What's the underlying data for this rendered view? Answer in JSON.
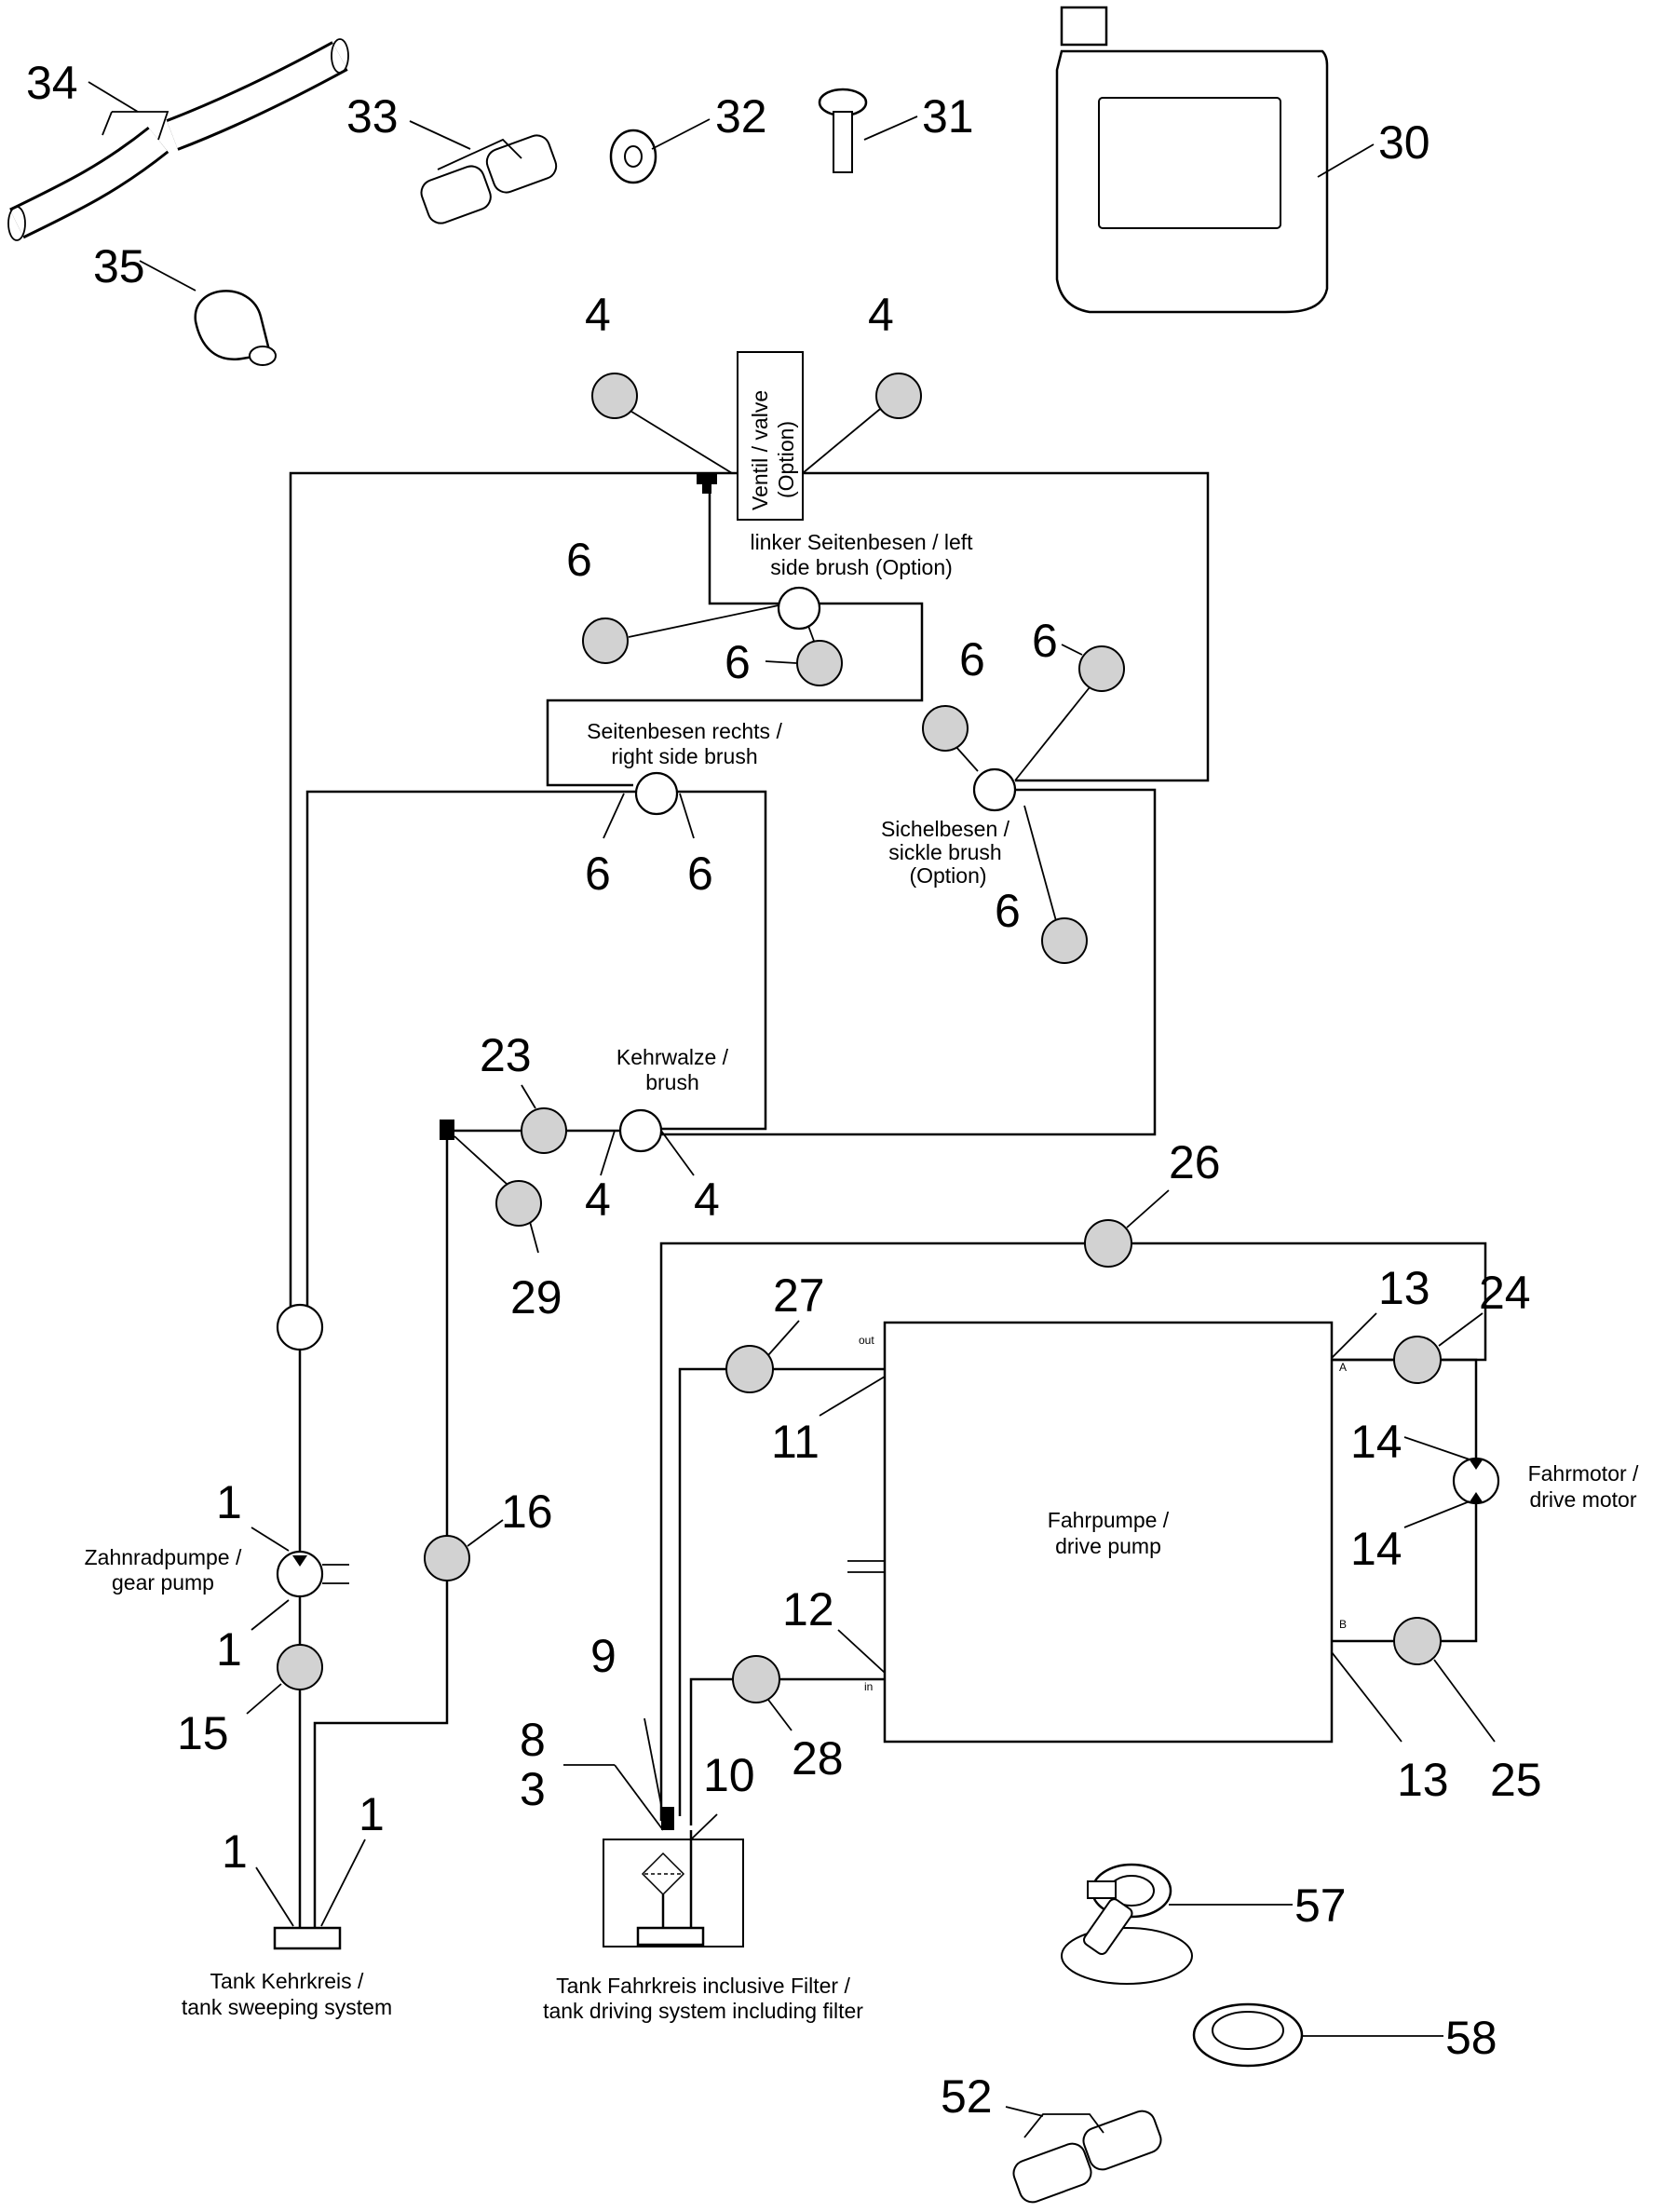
{
  "labels": {
    "valve": [
      "Ventil / valve",
      "(Option)"
    ],
    "left_side_brush": [
      "linker Seitenbesen / left",
      "side brush (Option)"
    ],
    "right_side_brush": [
      "Seitenbesen rechts /",
      "right side brush"
    ],
    "sickle_brush": [
      "Sichelbesen /",
      "sickle brush",
      "(Option)"
    ],
    "main_brush": [
      "Kehrwalze  /",
      "brush"
    ],
    "gear_pump": [
      "Zahnradpumpe /",
      "gear pump"
    ],
    "drive_pump": [
      "Fahrpumpe /",
      "drive pump"
    ],
    "drive_motor": [
      "Fahrmotor /",
      "drive motor"
    ],
    "tank_sweeping": [
      "Tank Kehrkreis /",
      "tank sweeping system"
    ],
    "tank_driving": [
      "Tank Fahrkreis inclusive Filter /",
      "tank driving system including filter"
    ],
    "port_out": "out",
    "port_in": "in",
    "port_a": "A",
    "port_b": "B"
  },
  "part_numbers": {
    "p34": "34",
    "p33": "33",
    "p32": "32",
    "p31": "31",
    "p30": "30",
    "p35": "35",
    "p4_valve_left": "4",
    "p4_valve_right": "4",
    "p6_left_a": "6",
    "p6_left_b": "6",
    "p6_sickle_a": "6",
    "p6_sickle_b": "6",
    "p6_sickle_c": "6",
    "p6_right_a": "6",
    "p6_right_b": "6",
    "p23": "23",
    "p4_brush_a": "4",
    "p4_brush_b": "4",
    "p29": "29",
    "p26": "26",
    "p27": "27",
    "p11": "11",
    "p13_top": "13",
    "p24": "24",
    "p14_top": "14",
    "p14_bottom": "14",
    "p1_gear_top": "1",
    "p1_gear_bottom": "1",
    "p15": "15",
    "p16": "16",
    "p12": "12",
    "p9": "9",
    "p8": "8",
    "p3": "3",
    "p10": "10",
    "p28": "28",
    "p13_bottom": "13",
    "p25": "25",
    "p1_tank_left": "1",
    "p1_tank_right": "1",
    "p57": "57",
    "p58": "58",
    "p52": "52"
  }
}
